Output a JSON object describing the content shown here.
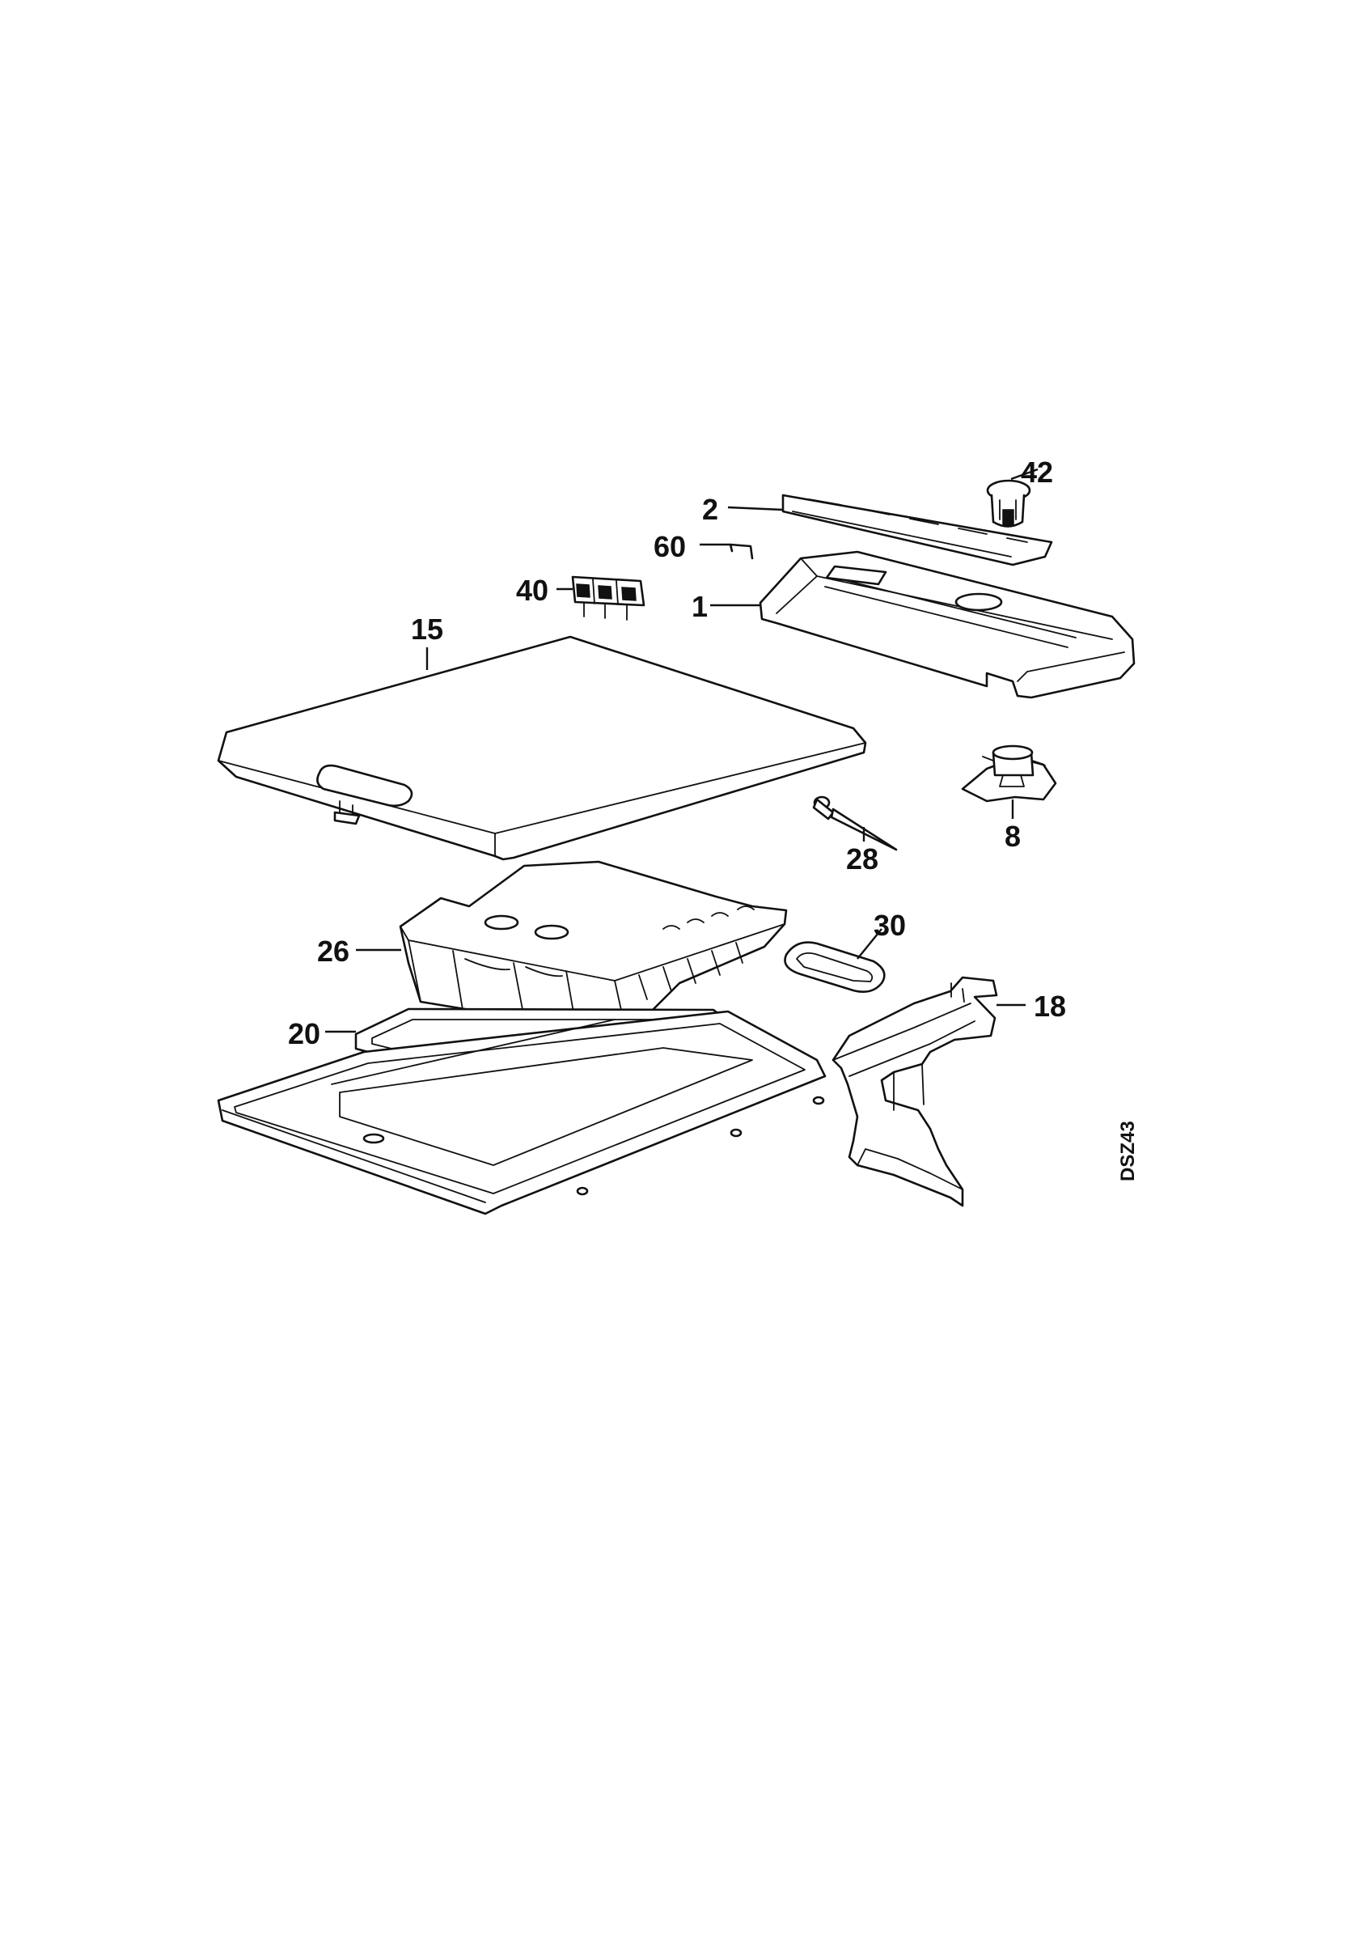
{
  "drawing_code": "DSZ43",
  "callouts": [
    {
      "id": "42",
      "label": "42"
    },
    {
      "id": "2",
      "label": "2"
    },
    {
      "id": "60",
      "label": "60"
    },
    {
      "id": "40",
      "label": "40"
    },
    {
      "id": "1",
      "label": "1"
    },
    {
      "id": "15",
      "label": "15"
    },
    {
      "id": "8",
      "label": "8"
    },
    {
      "id": "28",
      "label": "28"
    },
    {
      "id": "30",
      "label": "30"
    },
    {
      "id": "26",
      "label": "26"
    },
    {
      "id": "18",
      "label": "18"
    },
    {
      "id": "20",
      "label": "20"
    }
  ]
}
